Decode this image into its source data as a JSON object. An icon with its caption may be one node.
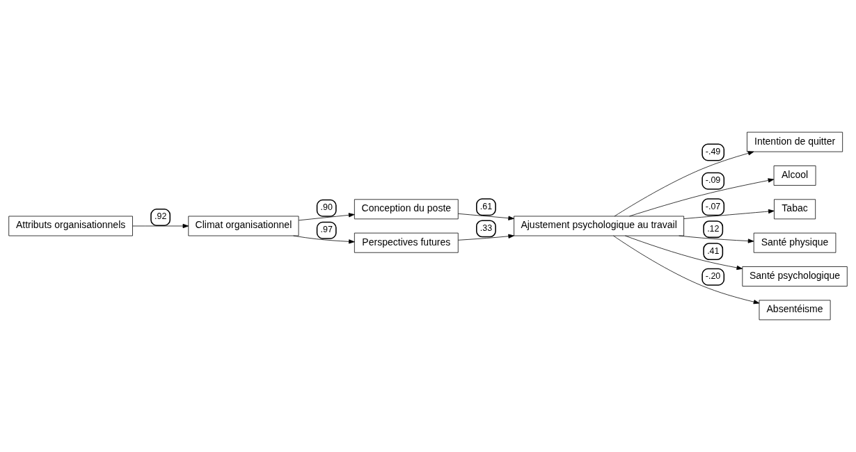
{
  "diagram": {
    "nodes": [
      {
        "text": [
          "Attributs organisationnels"
        ]
      },
      {
        "text": [
          "Climat organisationnel"
        ]
      },
      {
        "text": [
          "Conception du poste"
        ]
      },
      {
        "text": [
          "Perspectives futures"
        ]
      },
      {
        "text": [
          "Ajustement psychologique au travail"
        ]
      },
      {
        "text": [
          "Intention de quitter"
        ]
      },
      {
        "text": [
          "Alcool"
        ]
      },
      {
        "text": [
          "Tabac"
        ]
      },
      {
        "text": [
          "Santé physique"
        ]
      },
      {
        "text": [
          "Santé psychologique"
        ]
      },
      {
        "text": [
          "Absentéisme"
        ]
      }
    ],
    "edges": [
      {
        "from": 0,
        "to": 1,
        "arrow": "to",
        "label": ".92"
      },
      {
        "from": 1,
        "to": 2,
        "arrow": "to",
        "label": ".90"
      },
      {
        "from": 1,
        "to": 3,
        "arrow": "to",
        "label": ".97"
      },
      {
        "from": 2,
        "to": 4,
        "arrow": "to",
        "label": ".61"
      },
      {
        "from": 3,
        "to": 4,
        "arrow": "to",
        "label": ".33"
      },
      {
        "from": 4,
        "to": 5,
        "arrow": "to",
        "label": "-.49"
      },
      {
        "from": 4,
        "to": 6,
        "arrow": "to",
        "label": "-.09"
      },
      {
        "from": 4,
        "to": 7,
        "arrow": "to",
        "label": "-.07"
      },
      {
        "from": 4,
        "to": 8,
        "arrow": "to",
        "label": ".12"
      },
      {
        "from": 4,
        "to": 9,
        "arrow": "to",
        "label": ".41"
      },
      {
        "from": 4,
        "to": 10,
        "arrow": "to",
        "label": "-.20"
      }
    ]
  }
}
